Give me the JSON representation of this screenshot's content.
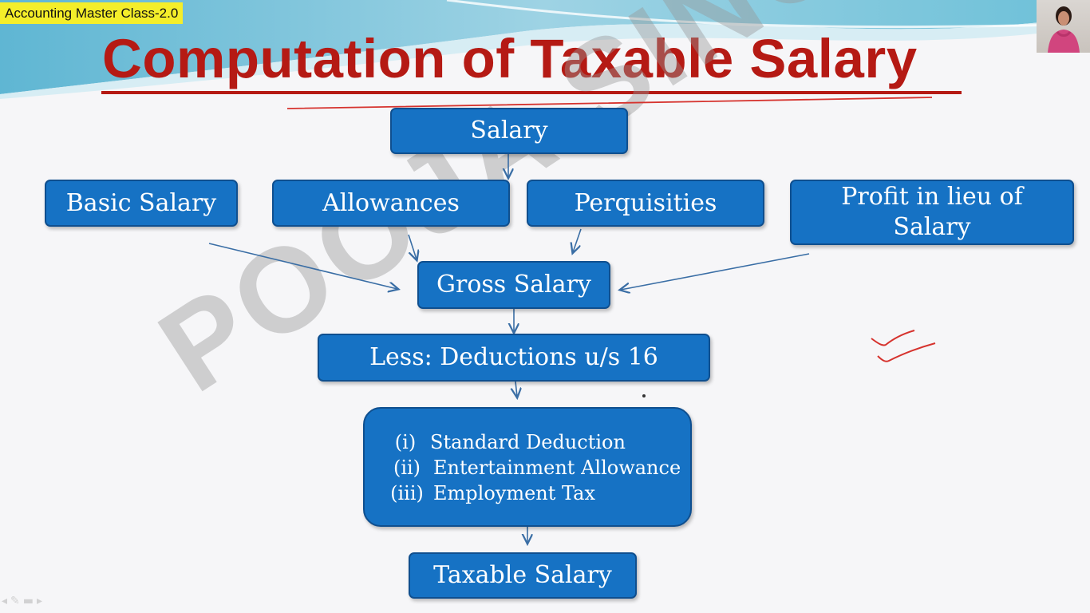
{
  "header": {
    "class_tag": "Accounting Master Class-2.0",
    "title": "Computation of Taxable Salary"
  },
  "watermark": "POOJA SINGH",
  "diagram": {
    "salary": "Salary",
    "components": [
      "Basic  Salary",
      "Allowances",
      "Perquisities",
      "Profit in lieu of Salary"
    ],
    "gross_salary": "Gross Salary",
    "deductions": "Less: Deductions u/s 16",
    "deduction_items": [
      {
        "num": "(i)",
        "label": "Standard Deduction"
      },
      {
        "num": "(ii)",
        "label": "Entertainment Allowance"
      },
      {
        "num": "(iii)",
        "label": "Employment Tax"
      }
    ],
    "taxable_salary": "Taxable Salary"
  },
  "colors": {
    "box_fill": "#1672c4",
    "title_red": "#b51a14",
    "tag_yellow": "#f4ee2a",
    "arrow": "#3a6ea5"
  }
}
